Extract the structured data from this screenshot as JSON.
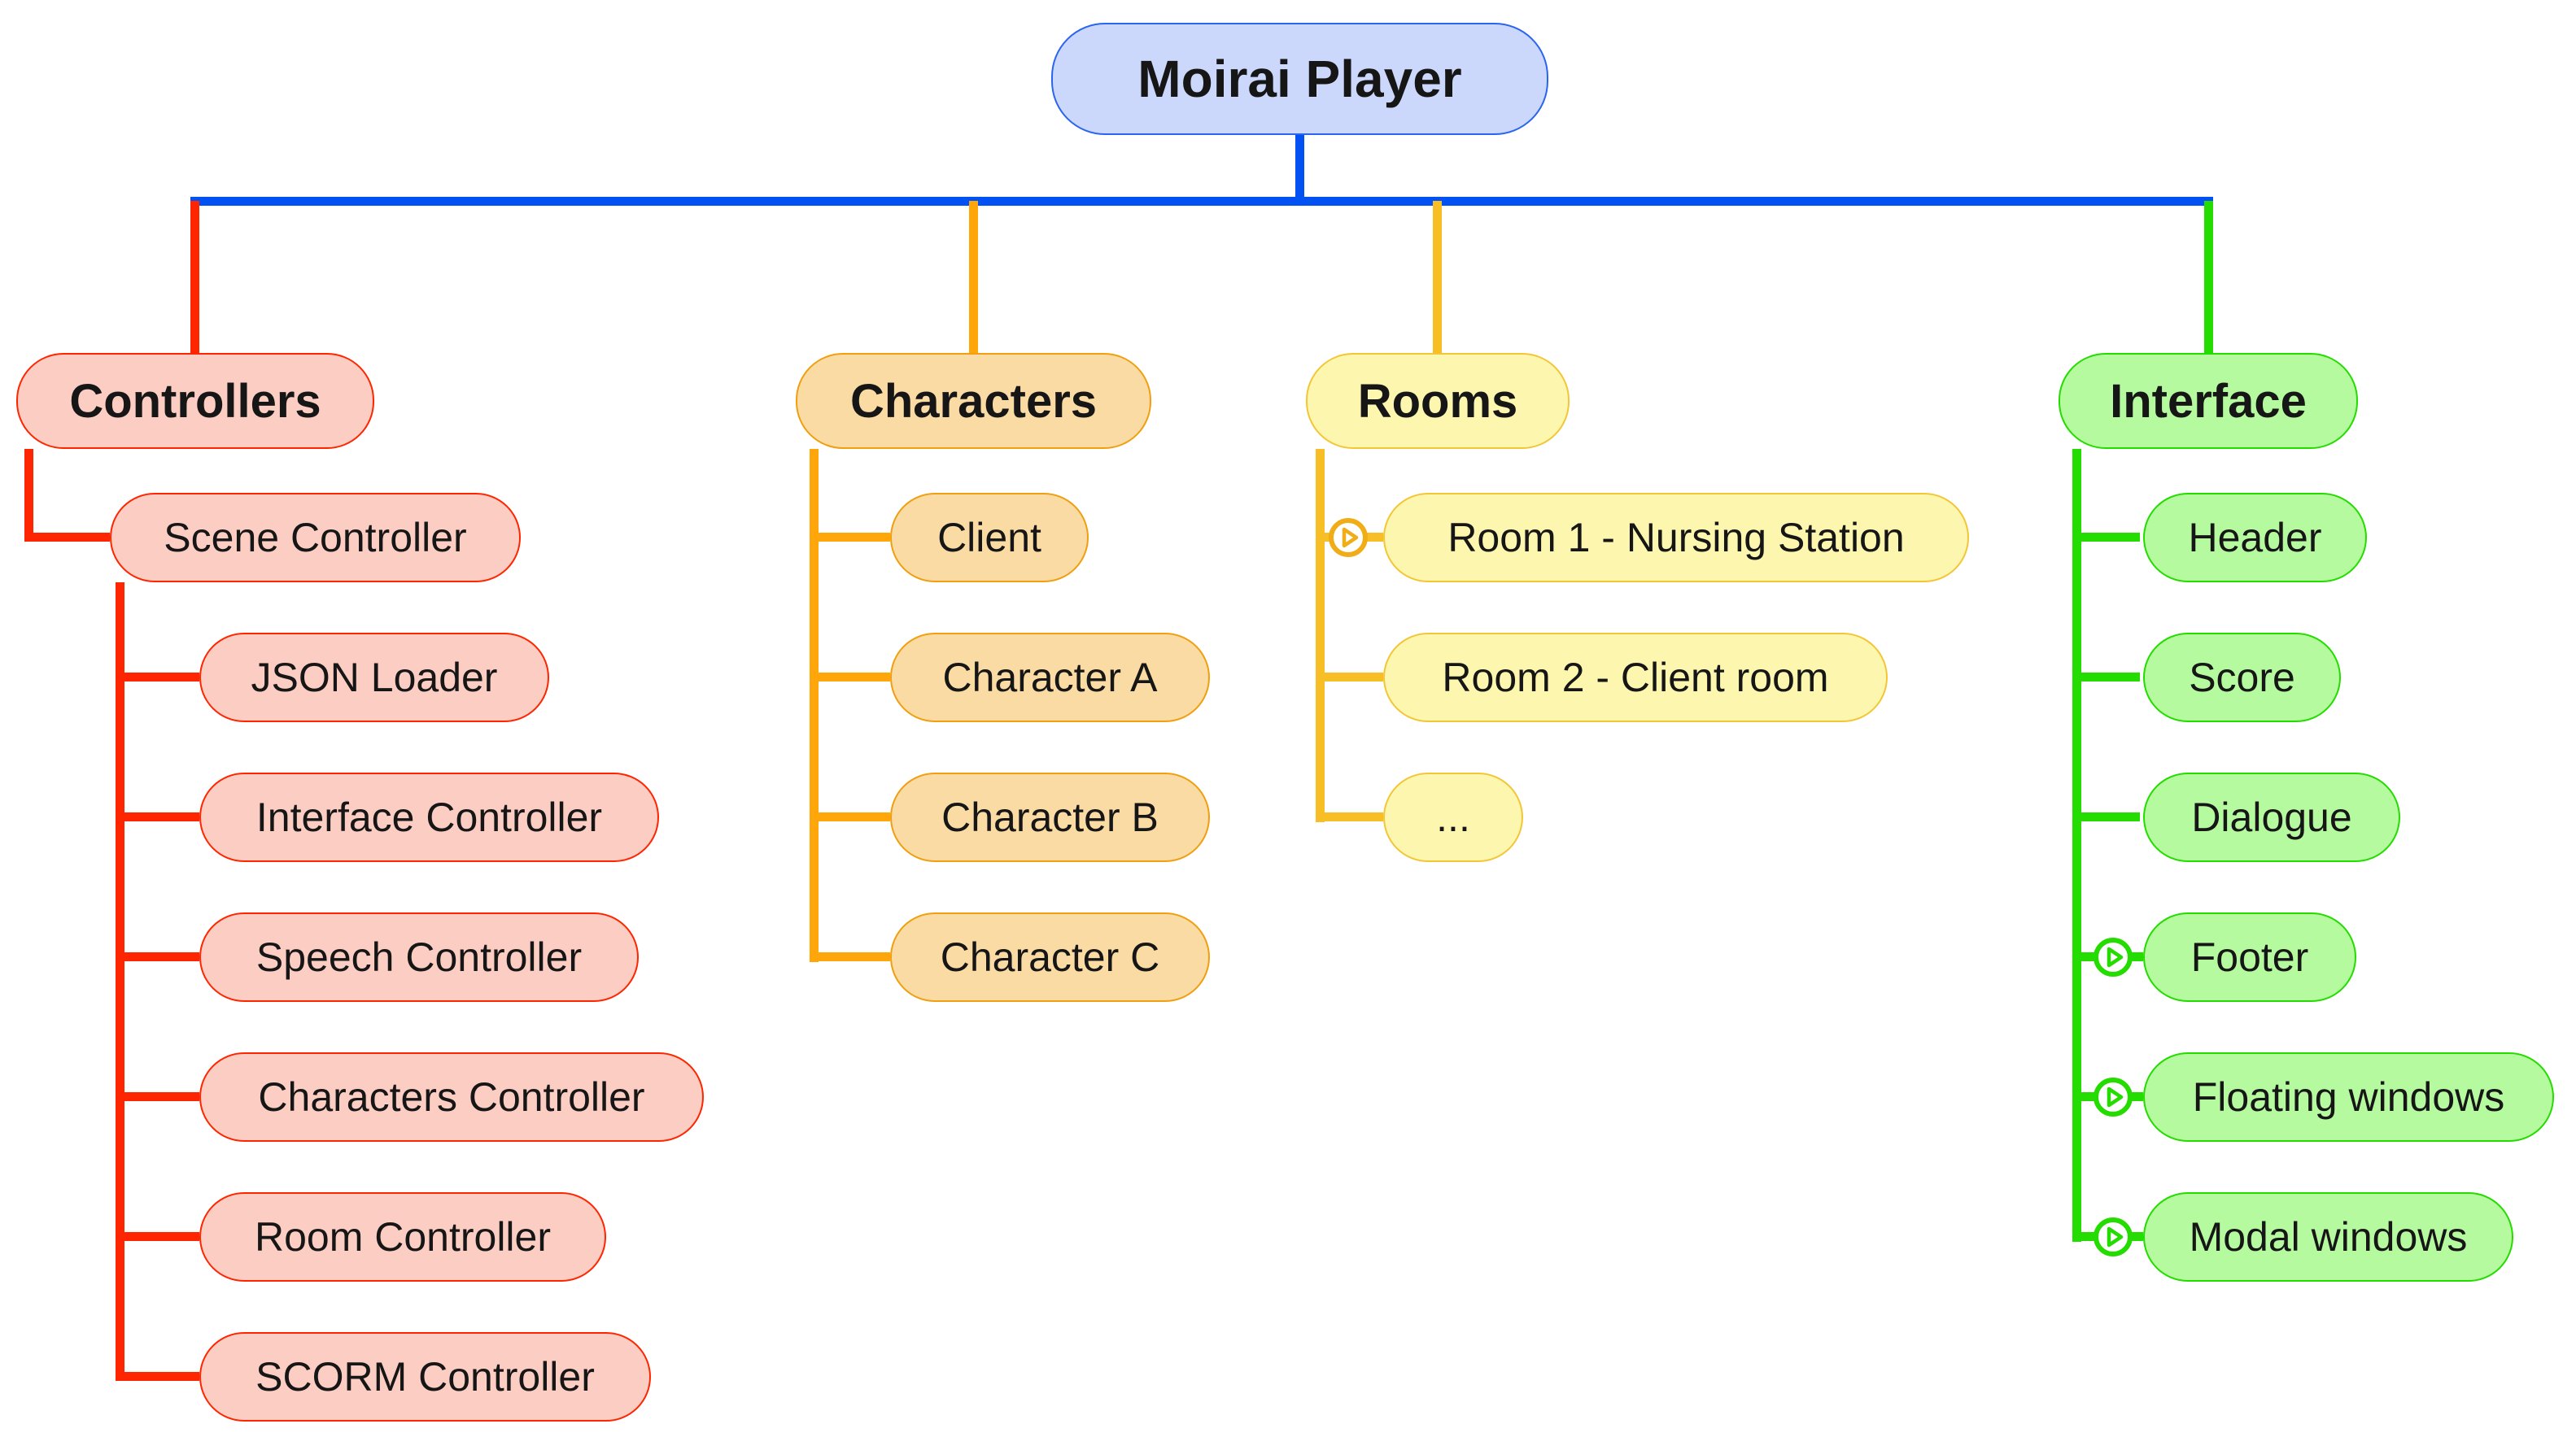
{
  "root": {
    "label": "Moirai Player"
  },
  "colors": {
    "trunk": "#0251f3",
    "root_fill": "#ccd8fb",
    "root_border": "#2a65f0",
    "controllers_connector": "#fe2600",
    "controllers_fill": "#fccdc2",
    "characters_connector": "#ffa60a",
    "characters_fill": "#fbdba4",
    "characters_border": "#ef9f10",
    "rooms_connector": "#f8be26",
    "rooms_fill": "#fdf6ae",
    "rooms_border": "#f3c637",
    "interface_connector": "#24dc00",
    "interface_fill": "#b5fa9f"
  },
  "branches": [
    {
      "label": "Controllers",
      "items": [
        {
          "label": "Scene Controller"
        },
        {
          "label": "JSON Loader"
        },
        {
          "label": "Interface Controller"
        },
        {
          "label": "Speech Controller"
        },
        {
          "label": "Characters Controller"
        },
        {
          "label": "Room Controller"
        },
        {
          "label": "SCORM Controller"
        }
      ]
    },
    {
      "label": "Characters",
      "items": [
        {
          "label": "Client"
        },
        {
          "label": "Character A"
        },
        {
          "label": "Character B"
        },
        {
          "label": "Character C"
        }
      ]
    },
    {
      "label": "Rooms",
      "items": [
        {
          "label": "Room 1 - Nursing Station",
          "icon": "circled-play-icon"
        },
        {
          "label": "Room 2 - Client room"
        },
        {
          "label": "..."
        }
      ]
    },
    {
      "label": "Interface",
      "items": [
        {
          "label": "Header"
        },
        {
          "label": "Score"
        },
        {
          "label": "Dialogue"
        },
        {
          "label": "Footer",
          "icon": "circled-play-icon"
        },
        {
          "label": "Floating windows",
          "icon": "circled-play-icon"
        },
        {
          "label": "Modal windows",
          "icon": "circled-play-icon"
        }
      ]
    }
  ]
}
